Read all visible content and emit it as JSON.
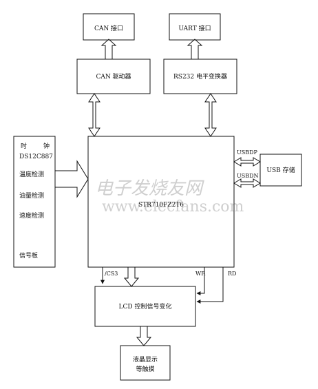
{
  "diagram": {
    "can_port": "CAN 接口",
    "uart_port": "UART 接口",
    "can_driver": "CAN 驱动器",
    "rs232": "RS232 电平变换器",
    "mcu": "STR710FZ2T6",
    "usb_storage": "USB 存储",
    "usbdp": "USBDP",
    "usbdn": "USBDN",
    "signal_board": {
      "clock_a": "时",
      "clock_b": "钟",
      "rtc": "DS12C887",
      "temp": "温度检测",
      "oil": "油量检测",
      "speed": "速度检测",
      "name": "信号板"
    },
    "lcd_ctrl": "LCD 控制信号变化",
    "cs3": "/CS3",
    "wr": "WR",
    "rd": "RD",
    "display_a": "液晶显示",
    "display_b": "等触摸"
  },
  "watermark": {
    "cn": "电子发烧友网",
    "url": "www.elecfans.com"
  }
}
